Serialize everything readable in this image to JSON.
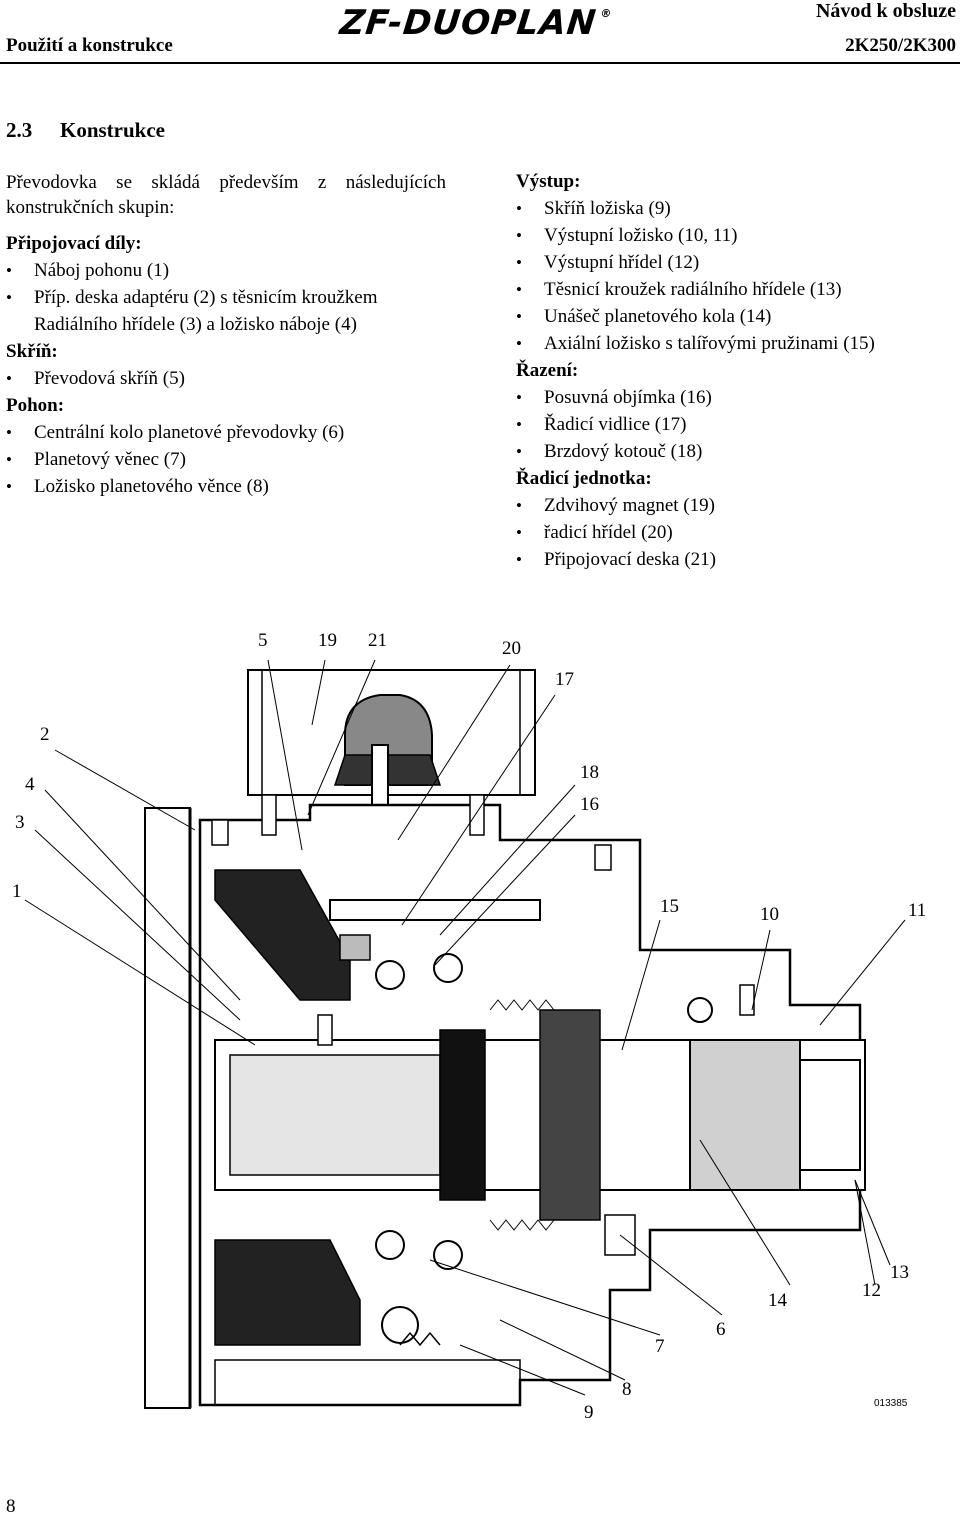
{
  "header": {
    "left": "Použití a konstrukce",
    "logo": "ZF-DUOPLAN",
    "logo_mark": "®",
    "right_top": "Návod k obsluze",
    "right_bottom": "2K250/2K300"
  },
  "section": {
    "number": "2.3",
    "title": "Konstrukce"
  },
  "intro": "Převodovka se skládá především z následujících konstrukčních skupin:",
  "left_groups": [
    {
      "heading": "Připojovací díly:",
      "items": [
        "Náboj pohonu (1)",
        "Příp. deska adaptéru (2) s těsnicím kroužkem",
        "Radiálního hřídele (3) a ložisko náboje (4)"
      ]
    },
    {
      "heading": "Skříň:",
      "items": [
        "Převodová skříň (5)"
      ]
    },
    {
      "heading": "Pohon:",
      "items": [
        "Centrální kolo planetové převodovky (6)",
        "Planetový věnec (7)",
        "Ložisko planetového věnce (8)"
      ]
    }
  ],
  "right_groups": [
    {
      "heading": "Výstup:",
      "items": [
        "Skříň ložiska (9)",
        "Výstupní ložisko (10, 11)",
        "Výstupní hřídel (12)",
        "Těsnicí kroužek radiálního hřídele (13)",
        "Unášeč planetového kola (14)",
        "Axiální ložisko s talířovými pružinami (15)"
      ]
    },
    {
      "heading": "Řazení:",
      "items": [
        "Posuvná objímka (16)",
        "Řadicí vidlice (17)",
        "Brzdový kotouč (18)"
      ]
    },
    {
      "heading": "Řadicí jednotka:",
      "items": [
        "Zdvihový magnet (19)",
        "řadicí hřídel (20)",
        "Připojovací deska (21)"
      ]
    }
  ],
  "figure": {
    "callouts": [
      "5",
      "19",
      "21",
      "20",
      "17",
      "2",
      "4",
      "3",
      "18",
      "16",
      "1",
      "15",
      "10",
      "11",
      "13",
      "12",
      "14",
      "6",
      "7",
      "8",
      "9"
    ],
    "figure_id": "013385"
  },
  "page_number": "8"
}
